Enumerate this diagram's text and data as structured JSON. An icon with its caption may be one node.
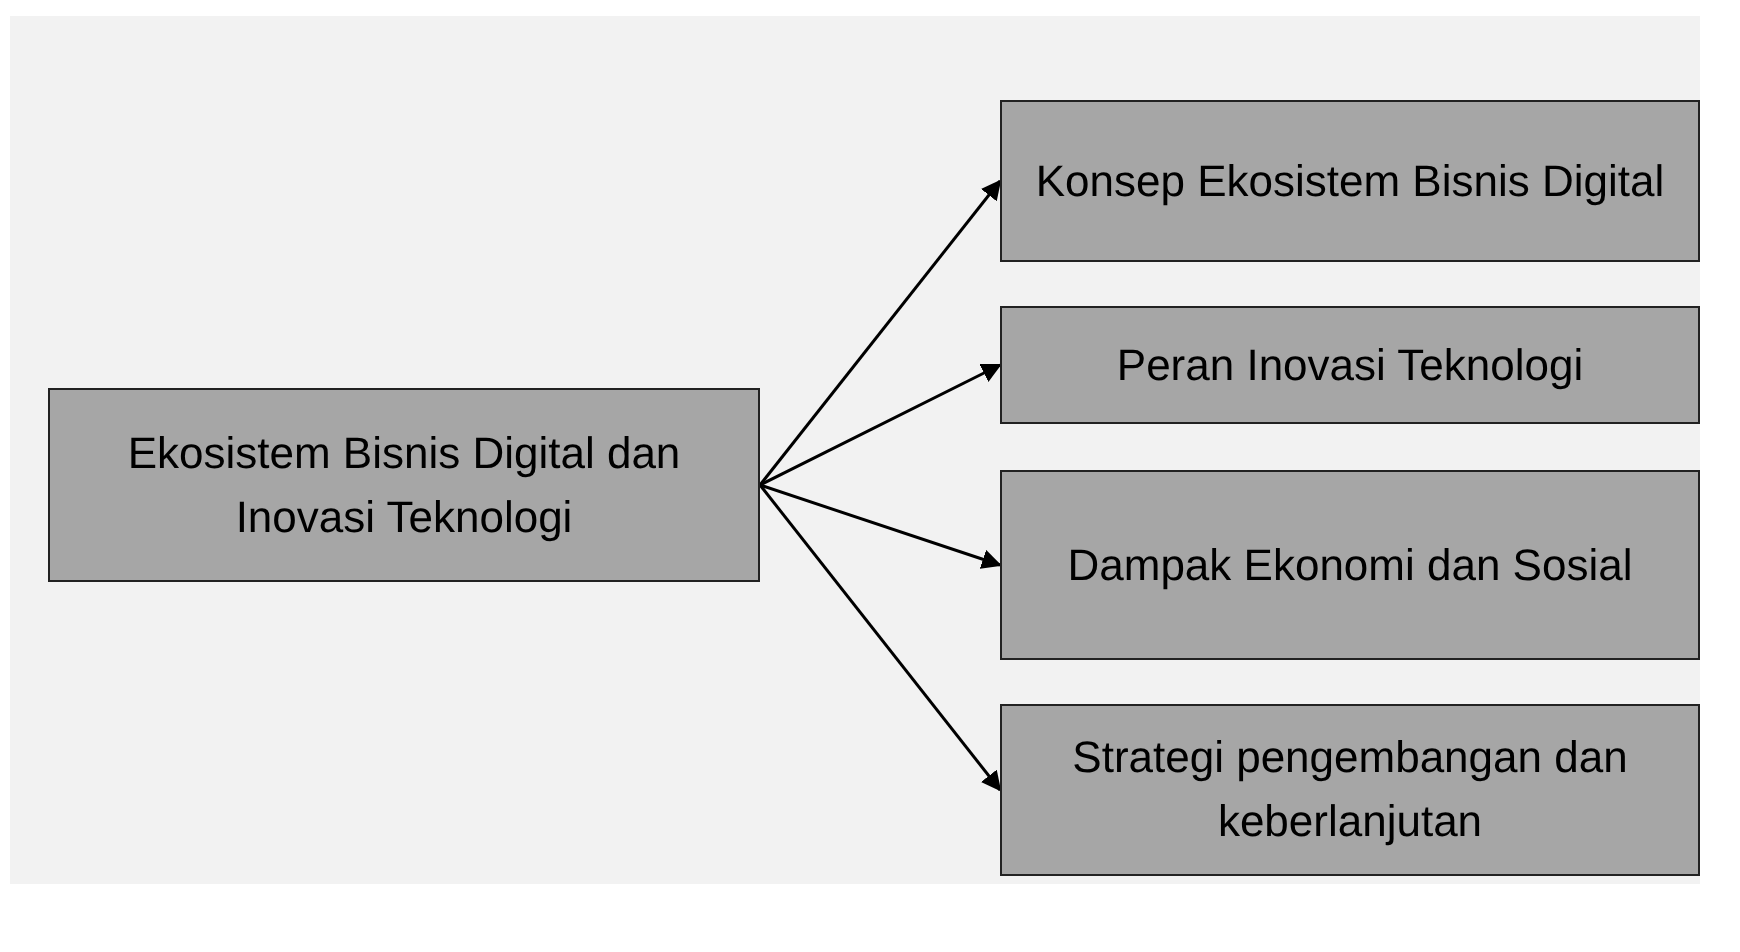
{
  "diagram": {
    "nodes": [
      {
        "text": [
          "Ekosistem Bisnis Digital dan Inovasi Teknologi"
        ]
      },
      {
        "text": [
          "Konsep Ekosistem Bisnis Digital"
        ]
      },
      {
        "text": [
          "Peran Inovasi Teknologi"
        ]
      },
      {
        "text": [
          "Dampak Ekonomi dan Sosial"
        ]
      },
      {
        "text": [
          "Strategi pengembangan dan keberlanjutan"
        ]
      }
    ],
    "edges": [
      {
        "from": 0,
        "to": 1,
        "arrow": "to"
      },
      {
        "from": 0,
        "to": 2,
        "arrow": "to"
      },
      {
        "from": 0,
        "to": 3,
        "arrow": "to"
      },
      {
        "from": 0,
        "to": 4,
        "arrow": "to"
      }
    ]
  }
}
